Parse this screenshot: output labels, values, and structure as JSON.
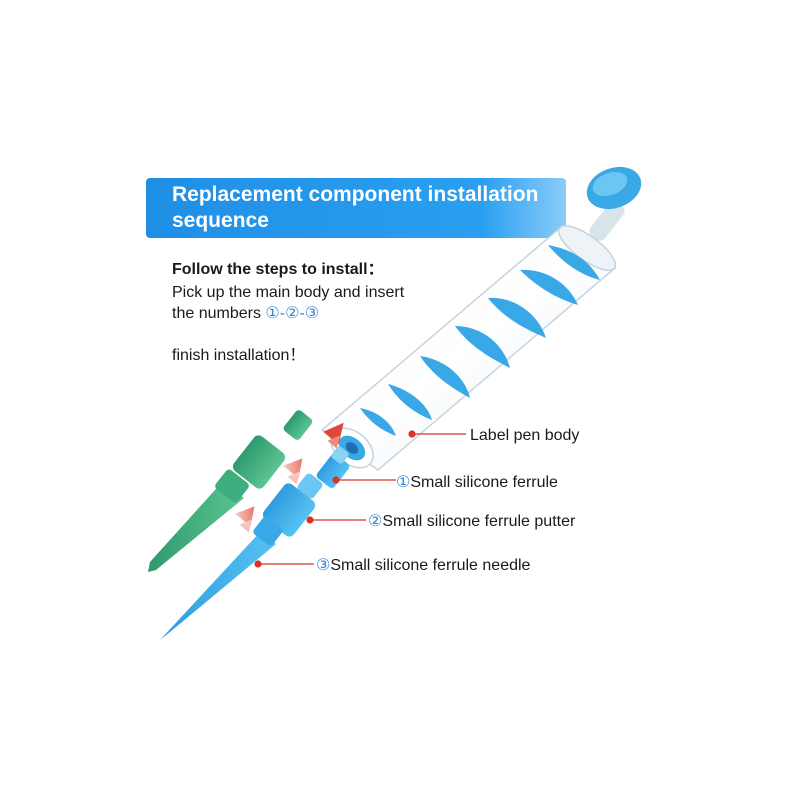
{
  "banner": {
    "title_line1": "Replacement component installation",
    "title_line2": "sequence"
  },
  "instructions": {
    "heading": "Follow the steps to install：",
    "line1": "Pick up the main body and insert",
    "line2_prefix": "the numbers ",
    "sequence": "①-②-③",
    "finish": "finish installation！"
  },
  "callouts": {
    "pen_body": "Label pen body",
    "ferrule_num": "①",
    "ferrule": "Small silicone ferrule",
    "putter_num": "②",
    "putter": "Small silicone ferrule putter",
    "needle_num": "③",
    "needle": "Small silicone ferrule needle"
  },
  "colors": {
    "banner_blue": "#2196f3",
    "accent_blue": "#3aa8e6",
    "green": "#3fae7e",
    "leader_red": "#d9342b"
  }
}
